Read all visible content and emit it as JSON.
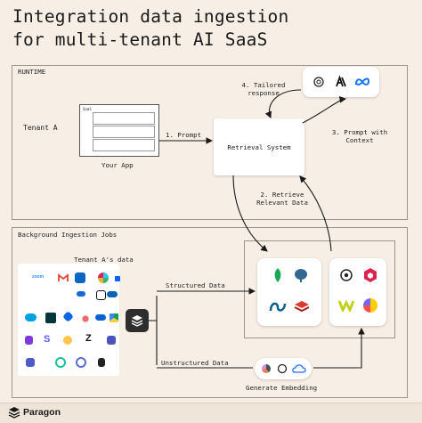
{
  "title_line1": "Integration data ingestion",
  "title_line2": "for multi-tenant AI SaaS",
  "runtime": {
    "section_label": "RUNTIME",
    "tenant_label": "Tenant A",
    "app_caption": "Your App",
    "app_mini_label": "SaaS",
    "retrieval_label": "Retrieval System",
    "step1": "1. Prompt",
    "step2_line1": "2. Retrieve",
    "step2_line2": "Relevant Data",
    "step3_line1": "3. Prompt with",
    "step3_line2": "Context",
    "step4_line1": "4. Tailored",
    "step4_line2": "response",
    "llm_icons": [
      "openai-icon",
      "anthropic-icon",
      "meta-icon"
    ]
  },
  "background": {
    "section_label": "Background Ingestion Jobs",
    "tenant_data_label": "Tenant A's data",
    "structured_label": "Structured Data",
    "unstructured_label": "Unstructured Data",
    "embedding_label": "Generate Embedding",
    "zoom_text": "zoom",
    "integration_icons": [
      "zoom",
      "gmail",
      "outlook",
      "slack",
      "confluence",
      "notion",
      "onedrive",
      "dropbox",
      "salesforce",
      "zendesk",
      "jira",
      "asana",
      "box",
      "google-drive",
      "gong",
      "stripe",
      "zendesk-sell",
      "hubspot",
      "teams",
      "grammarly",
      "linear",
      "github"
    ],
    "db_icons": [
      "mongodb",
      "postgresql",
      "neo4j",
      "redis"
    ],
    "vector_icons": [
      "openai-vector",
      "qdrant",
      "weaviate",
      "supabase"
    ],
    "embedding_icons": [
      "cohere",
      "openai",
      "google-cloud"
    ]
  },
  "footer": {
    "brand": "Paragon"
  },
  "colors": {
    "background": "#f7efe6",
    "panel_border": "#9c958c",
    "card": "#ffffff",
    "arrow": "#1a1a1a"
  }
}
